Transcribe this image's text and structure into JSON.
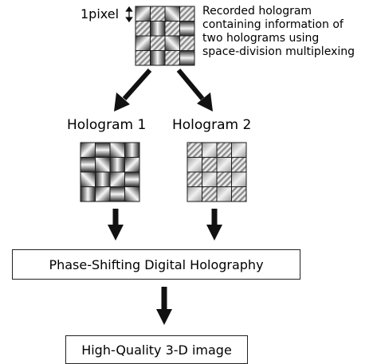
{
  "pixel_label": "1pixel",
  "description_lines": [
    "Recorded hologram",
    "containing information of",
    "two holograms using",
    "space-division multiplexing"
  ],
  "hologram1_label": "Hologram 1",
  "hologram2_label": "Hologram 2",
  "process_label": "Phase-Shifting Digital Holography",
  "result_label": "High-Quality 3-D image",
  "colors": {
    "arrow": "#111111",
    "cell_border": "#1a1a1a",
    "box_border": "#222222"
  }
}
